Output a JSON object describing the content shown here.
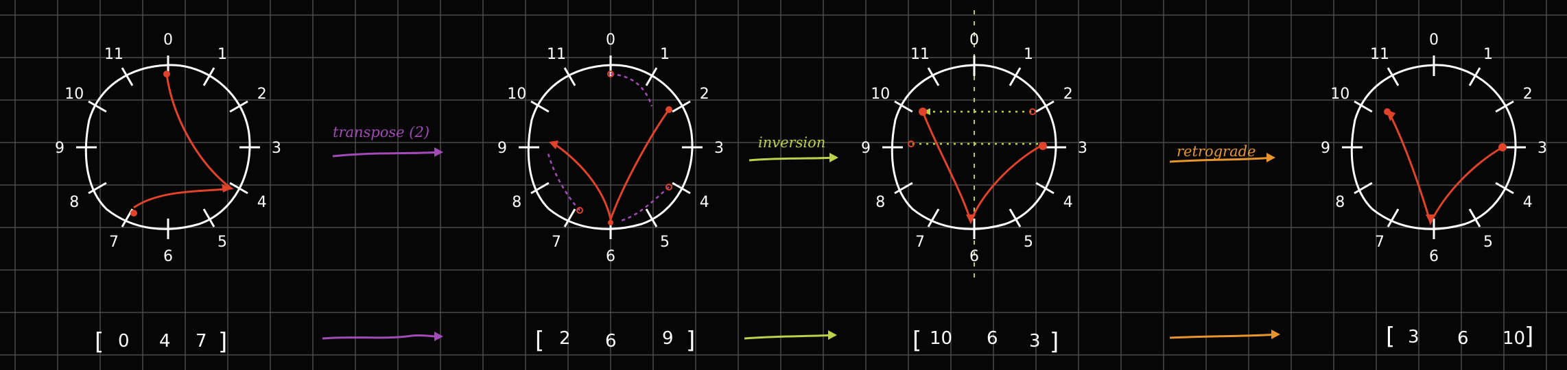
{
  "colors": {
    "background": "#060606",
    "grid": "#4a4a4a",
    "clock": "#ffffff",
    "path": "#e0432a",
    "transpose": "#a34ab8",
    "inversion": "#bcd24a",
    "retrograde": "#e8962c"
  },
  "clock_labels": [
    "0",
    "1",
    "2",
    "3",
    "4",
    "5",
    "6",
    "7",
    "8",
    "9",
    "10",
    "11"
  ],
  "clocks": [
    {
      "id": "original",
      "vector": [
        "0",
        "4",
        "7"
      ]
    },
    {
      "id": "transposed",
      "vector": [
        "2",
        "6",
        "9"
      ]
    },
    {
      "id": "inverted",
      "vector": [
        "10",
        "6",
        "3"
      ]
    },
    {
      "id": "retrograde",
      "vector": [
        "3",
        "6",
        "10"
      ]
    }
  ],
  "operations": [
    {
      "id": "transpose",
      "label": "transpose (2)",
      "color": "#a34ab8"
    },
    {
      "id": "inversion",
      "label": "inversion",
      "color": "#bcd24a"
    },
    {
      "id": "retrograde",
      "label": "retrograde",
      "color": "#e8962c"
    }
  ]
}
